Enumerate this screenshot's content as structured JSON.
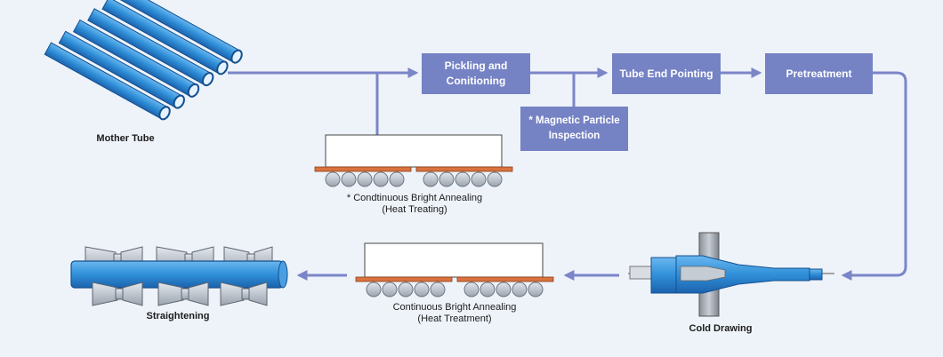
{
  "steps": {
    "mother_tube": "Mother Tube",
    "pickling": [
      "Pickling and",
      "Conitioning"
    ],
    "tube_end_pointing": "Tube End Pointing",
    "pretreatment": "Pretreatment",
    "magnetic": [
      "* Magnetic Particle",
      "Inspection"
    ],
    "annealing_top": [
      "* Condtinuous Bright Annealing",
      "(Heat Treating)"
    ],
    "cold_drawing": "Cold Drawing",
    "annealing_bottom": [
      "Continuous Bright Annealing",
      "(Heat Treatment)"
    ],
    "straightening": "Straightening"
  },
  "colors": {
    "background": "#eef3fa",
    "box": "#7582c4",
    "arrow": "#7b86c8",
    "tube": "#2f8fd8",
    "tube_dark": "#1a5fa8",
    "roller": "#b9c0c9",
    "plate": "#d9733f"
  }
}
